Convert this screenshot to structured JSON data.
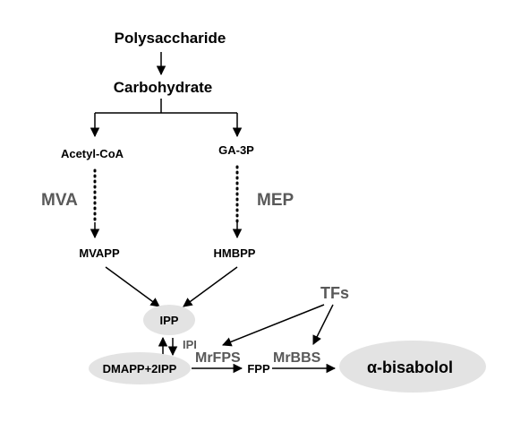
{
  "nodes": {
    "polysaccharide": "Polysaccharide",
    "carbohydrate": "Carbohydrate",
    "acetyl_coa": "Acetyl-CoA",
    "ga3p": "GA-3P",
    "mvapp": "MVAPP",
    "hmbpp": "HMBPP",
    "ipp": "IPP",
    "dmapp": "DMAPP+2IPP",
    "fpp": "FPP",
    "bisabolol": "α-bisabolol"
  },
  "labels": {
    "mva": "MVA",
    "mep": "MEP",
    "ipi": "IPI",
    "mrfps": "MrFPS",
    "mrbbs": "MrBBS",
    "tfs": "TFs"
  },
  "colors": {
    "ellipse_fill": "#e3e3e3",
    "gray_text": "#595959",
    "line": "#000000"
  }
}
